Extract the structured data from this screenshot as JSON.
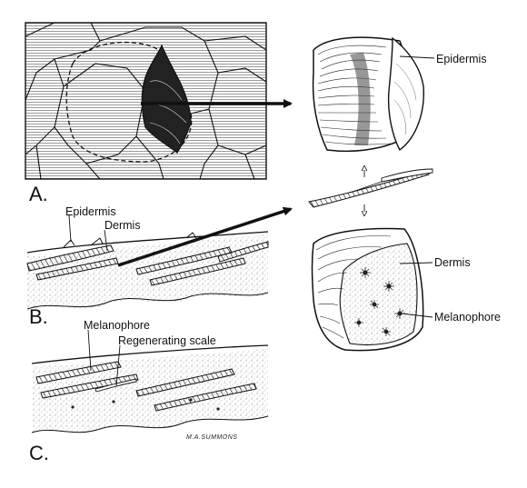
{
  "panels": {
    "a": "A.",
    "b": "B.",
    "c": "C."
  },
  "labels": {
    "epidermis": "Epidermis",
    "epidermis_b": "Epidermis",
    "dermis_b": "Dermis",
    "dermis_right": "Dermis",
    "melanophore_right": "Melanophore",
    "melanophore_c": "Melanophore",
    "regenerating_scale": "Regenerating scale"
  },
  "signature": "M.A.SUMMONS",
  "colors": {
    "ink": "#111111",
    "paper": "#ffffff"
  }
}
